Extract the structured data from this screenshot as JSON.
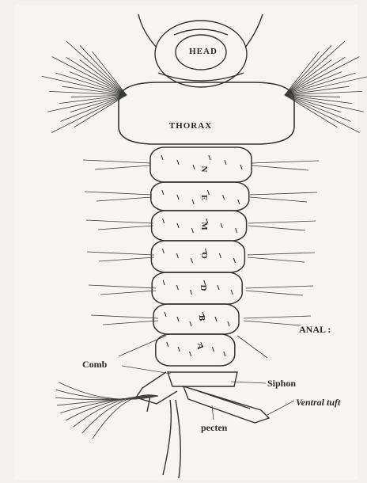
{
  "labels": {
    "head": "HEAD",
    "thorax": "THORAX",
    "abdomen_letters": [
      "N",
      "E",
      "M",
      "O",
      "D",
      "B",
      "A"
    ],
    "anal": "ANAL :",
    "comb": "Comb",
    "siphon": "Siphon",
    "ventral_tuft": "Ventral tuft",
    "pecten": "pecten"
  },
  "colors": {
    "ink": "#2a2a2a",
    "paper": "#f3f1ec"
  }
}
